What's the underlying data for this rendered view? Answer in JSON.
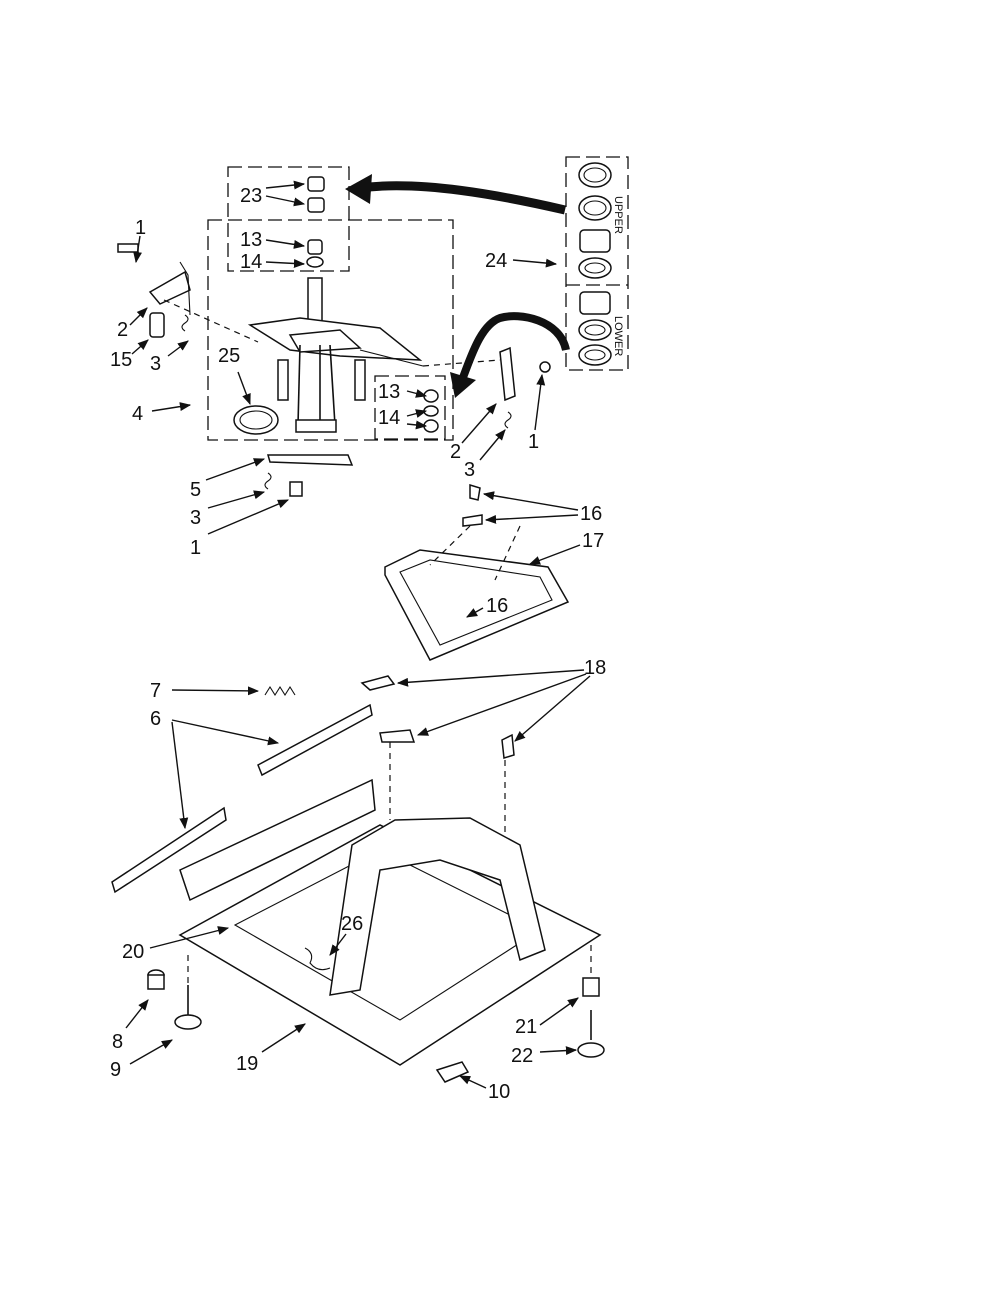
{
  "labels": {
    "p1": "1",
    "p2": "2",
    "p3": "3",
    "p4": "4",
    "p5": "5",
    "p6": "6",
    "p7": "7",
    "p8": "8",
    "p9": "9",
    "p10": "10",
    "p13": "13",
    "p14": "14",
    "p15": "15",
    "p16": "16",
    "p17": "17",
    "p18": "18",
    "p19": "19",
    "p20": "20",
    "p21": "21",
    "p22": "22",
    "p23": "23",
    "p24": "24",
    "p25": "25",
    "p26": "26"
  },
  "kit": {
    "upper": "UPPER",
    "lower": "LOWER"
  }
}
